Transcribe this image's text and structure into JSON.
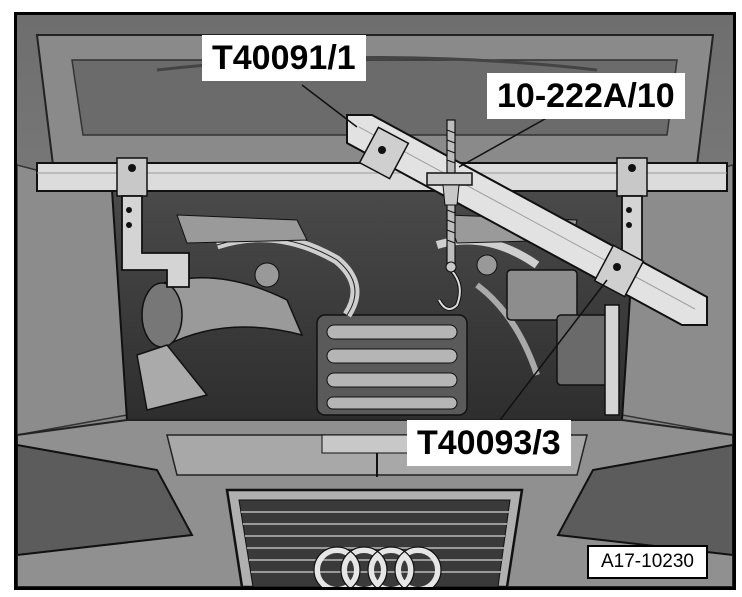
{
  "figure": {
    "callouts": {
      "t40091": "T40091/1",
      "c10222": "10-222A/10",
      "t40093": "T40093/3"
    },
    "figure_ref": "A17-10230",
    "icons": [
      "engine-bay-illustration",
      "audi-rings-logo"
    ]
  }
}
